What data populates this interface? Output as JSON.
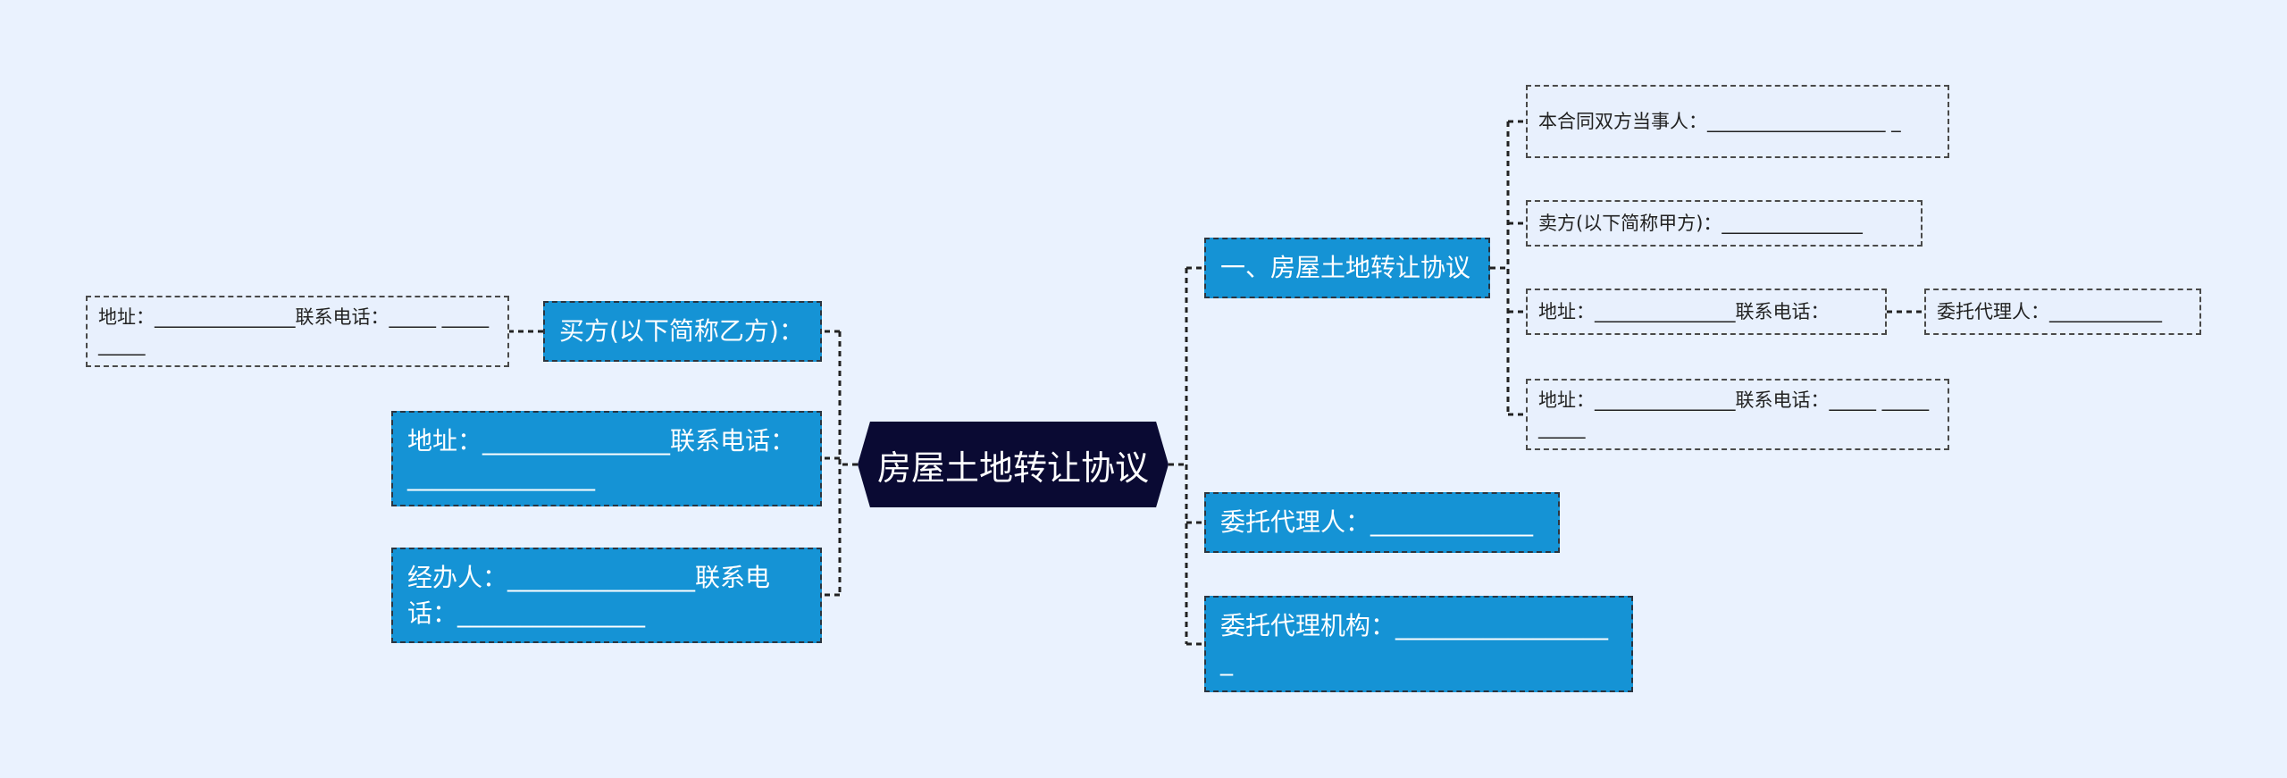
{
  "root": {
    "label": "房屋土地转让协议"
  },
  "left": {
    "buyer": "买方(以下简称乙方)：",
    "buyer_address": "地址：_______________联系电话：_____ __________",
    "address": "地址：_______________联系电话：_______________",
    "agent": "经办人：_______________联系电话：_______________"
  },
  "right": {
    "section1": "一、房屋土地转让协议",
    "parties": "本合同双方当事人：___________________ _",
    "seller": "卖方(以下简称甲方)：_______________",
    "address1": "地址：_______________联系电话：",
    "proxy_small": "委托代理人：____________",
    "address2": "地址：_______________联系电话：_____ __________",
    "proxy": "委托代理人：_____________",
    "agency": "委托代理机构：_________________ _"
  },
  "colors": {
    "background": "#eaf2fe",
    "root": "#0a0a33",
    "node_blue": "#1593d5",
    "node_light": "#e8f0fd",
    "connector": "#222222"
  }
}
